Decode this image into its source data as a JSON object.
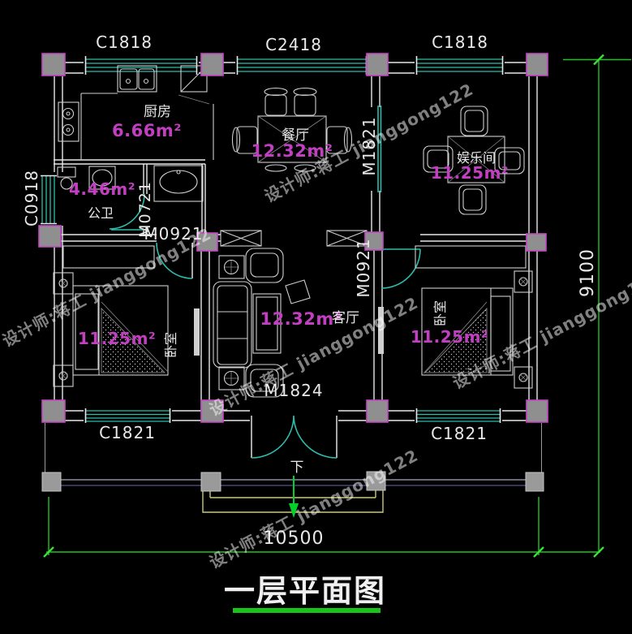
{
  "title": "一层平面图",
  "watermark": "设计师:蒋工 jianggong122",
  "direction_down": "下",
  "dimensions": {
    "horizontal_total": "10500",
    "vertical_total": "9100"
  },
  "window_labels": {
    "top_left": "C1818",
    "top_center": "C2418",
    "top_right": "C1818",
    "left": "C0918",
    "bottom_left": "C1821",
    "bottom_right": "C1821"
  },
  "door_labels": {
    "dining_sliding": "M1821",
    "bathroom": "M0721",
    "bedroom_left": "M0921",
    "bedroom_right": "M0921",
    "entrance": "M1824"
  },
  "rooms": {
    "kitchen": {
      "name": "厨房",
      "area": "6.66m²"
    },
    "dining": {
      "name": "餐厅",
      "area": "12.32m²"
    },
    "entertainment": {
      "name": "娱乐间",
      "area": "11.25m²"
    },
    "bathroom": {
      "name": "公卫",
      "area": "4.46m²"
    },
    "bedroom_left": {
      "name": "卧室",
      "area": "11.25m²"
    },
    "living": {
      "name": "客厅",
      "area": "12.32m²"
    },
    "bedroom_right": {
      "name": "卧室",
      "area": "11.25m²"
    }
  },
  "colors": {
    "background": "#000000",
    "walls": "#e8e8e8",
    "windows_doors": "#2bbcab",
    "dimension_green": "#1fc41f",
    "area_text": "#c23fc2",
    "column_fill": "#8f8f8f",
    "column_border": "#c645c6",
    "steps": "#c9c97e"
  }
}
